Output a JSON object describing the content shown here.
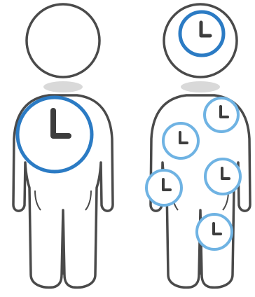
{
  "figures": [
    {
      "id": "left",
      "clocks": [
        {
          "name": "central-clock-icon",
          "role": "central",
          "color": "#2b7bc4"
        }
      ]
    },
    {
      "id": "right",
      "clocks": [
        {
          "name": "head-clock-icon",
          "role": "central",
          "color": "#2b7bc4"
        },
        {
          "name": "peripheral-clock-icon",
          "role": "peripheral",
          "color": "#6fb3e3"
        },
        {
          "name": "peripheral-clock-icon",
          "role": "peripheral",
          "color": "#6fb3e3"
        },
        {
          "name": "peripheral-clock-icon",
          "role": "peripheral",
          "color": "#6fb3e3"
        },
        {
          "name": "peripheral-clock-icon",
          "role": "peripheral",
          "color": "#6fb3e3"
        },
        {
          "name": "peripheral-clock-icon",
          "role": "peripheral",
          "color": "#6fb3e3"
        }
      ]
    }
  ],
  "colors": {
    "outline": "#4a4a4a",
    "body_fill": "#ffffff",
    "neck_shade": "#d9d9d9",
    "central_clock": "#2b7bc4",
    "peripheral_clock": "#6fb3e3",
    "clock_hands": "#3d3d3d"
  }
}
